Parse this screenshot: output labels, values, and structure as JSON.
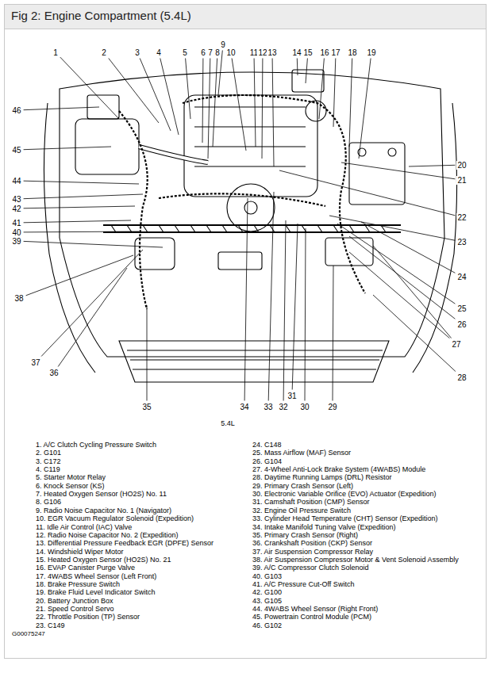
{
  "diagram": {
    "title": "Fig 2: Engine Compartment (5.4L)",
    "labels": [
      "1",
      "2",
      "3",
      "4",
      "5",
      "6",
      "7",
      "8",
      "9",
      "10",
      "11",
      "12",
      "13",
      "14",
      "15",
      "16",
      "17",
      "18",
      "19",
      "20",
      "21",
      "22",
      "23",
      "24",
      "25",
      "26",
      "27",
      "28",
      "29",
      "30",
      "31",
      "32",
      "33",
      "34",
      "35",
      "36",
      "37",
      "38",
      "39",
      "40",
      "41",
      "42",
      "43",
      "44",
      "45",
      "46",
      "5.4L",
      "1. A/C Clutch Cycling Pressure Switch",
      "2. G101",
      "3. C172",
      "4. C119",
      "5. Starter Motor Relay",
      "6. Knock Sensor (KS)",
      "7. Heated Oxygen Sensor (HO2S) No. 11",
      "8. G106",
      "9. Radio Noise Capacitor No. 1 (Navigator)",
      "10. EGR Vacuum Regulator Solenoid (Expedition)",
      "11. Idle Air Control (IAC) Valve",
      "12. Radio Noise Capacitor No. 2 (Expedition)",
      "13. Differential Pressure Feedback EGR (DPFE) Sensor",
      "14. Windshield Wiper Motor",
      "15. Heated Oxygen Sensor (HO2S) No. 21",
      "16. EVAP Canister Purge Valve",
      "17. 4WABS Wheel Sensor (Left Front)",
      "18. Brake Pressure Switch",
      "19. Brake Fluid Level Indicator Switch",
      "20. Battery Junction Box",
      "21. Speed Control Servo",
      "22. Throttle Position (TP) Sensor",
      "23. C149",
      "24. C148",
      "25. Mass Airflow (MAF) Sensor",
      "26. G104",
      "27. 4-Wheel Anti-Lock Brake System (4WABS) Module",
      "28. Daytime Running Lamps (DRL) Resistor",
      "29. Primary Crash Sensor (Left)",
      "30. Electronic Variable Orifice (EVO) Actuator (Expedition)",
      "31. Camshaft Position (CMP) Sensor",
      "32. Engine Oil Pressure Switch",
      "33. Cylinder Head Temperature (CHT) Sensor (Expedition)",
      "34. Intake Manifold Tuning Valve (Expedition)",
      "35. Primary Crash Sensor (Right)",
      "36. Crankshaft Position (CKP) Sensor",
      "37. Air Suspension Compressor Relay",
      "38. Air Suspension Compressor Motor & Vent Solenoid Assembly",
      "39. A/C Compressor Clutch Solenoid",
      "40. G103",
      "41. A/C Pressure Cut-Off Switch",
      "42. G100",
      "43. G105",
      "44. 4WABS Wheel Sensor (Right Front)",
      "45. Powertrain Control Module (PCM)",
      "46. G102",
      "G00075247"
    ]
  }
}
